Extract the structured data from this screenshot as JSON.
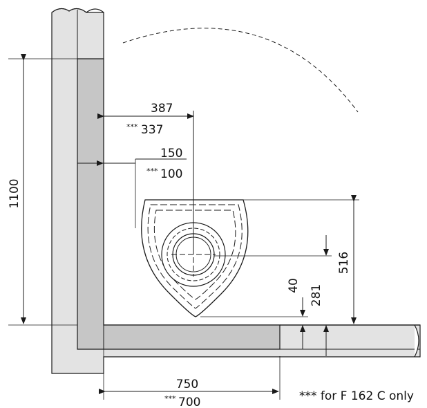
{
  "dimensions": {
    "height_wall": "1100",
    "distance_side_wall_to_center": "387",
    "distance_side_wall_to_center_alt": "337",
    "side_clearance": "150",
    "side_clearance_alt": "100",
    "stove_depth": "516",
    "floor_plate_to_center": "281",
    "floor_plate_thickness": "40",
    "floor_plate_width": "750",
    "floor_plate_width_alt": "700",
    "alt_marker": "***"
  },
  "footnote": "*** for F 162 C only",
  "colors": {
    "wall": "#e3e3e3",
    "plate": "#c6c6c6",
    "line": "#1a1a1a"
  }
}
